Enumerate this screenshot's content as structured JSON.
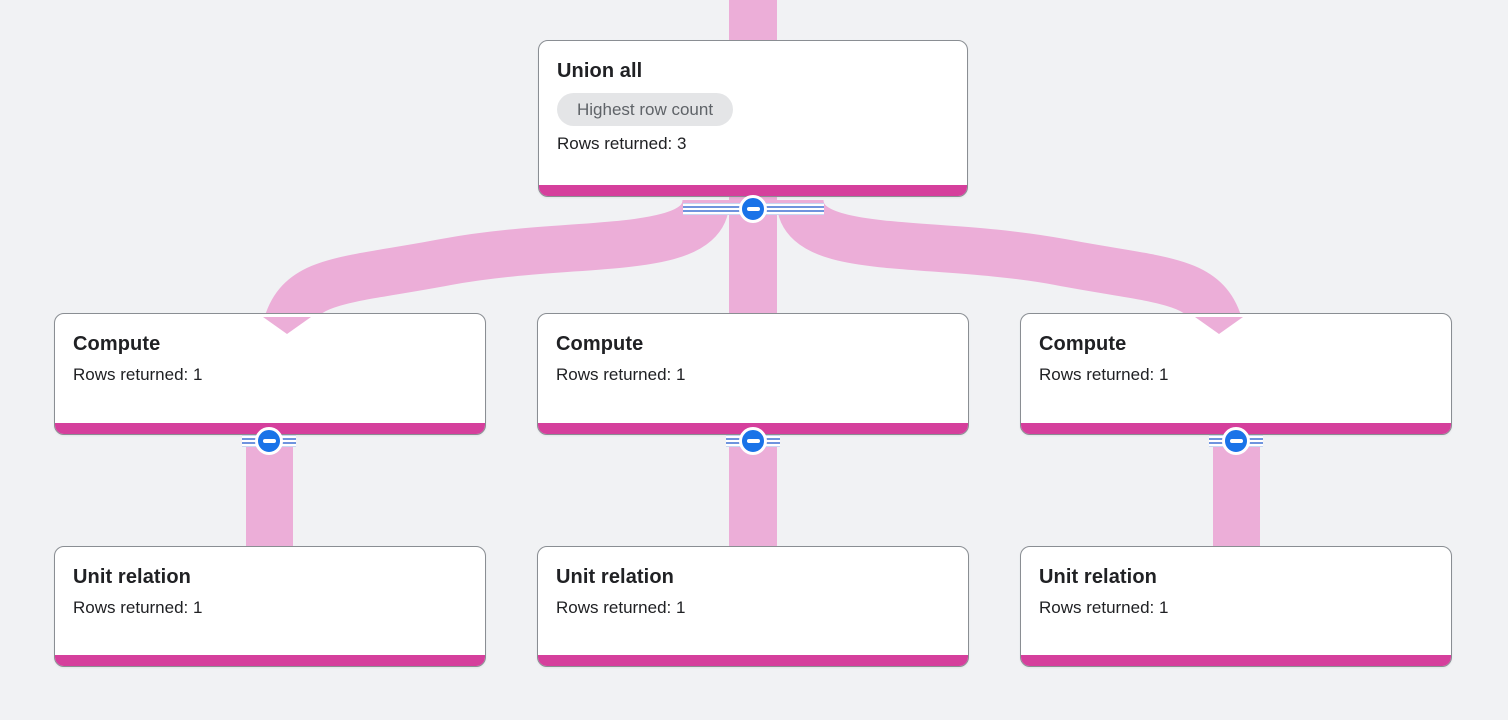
{
  "app": {
    "view": "query-execution-graph"
  },
  "colors": {
    "background": "#f1f2f4",
    "node_background": "#ffffff",
    "node_border": "#8a8e93",
    "node_accent_bar": "#d53f9c",
    "edge_ribbon": "#ecaed8",
    "collapse_button": "#1a73e8",
    "rail_stripe": "#6f94de",
    "badge_background": "#e4e5e7",
    "badge_text": "#5f6368",
    "text": "#202124"
  },
  "graph": {
    "nodes": [
      {
        "id": "union-all",
        "title": "Union all",
        "badge": "Highest row count",
        "rows": "Rows returned: 3",
        "collapsible": true
      },
      {
        "id": "compute-1",
        "title": "Compute",
        "rows": "Rows returned: 1",
        "collapsible": true
      },
      {
        "id": "compute-2",
        "title": "Compute",
        "rows": "Rows returned: 1",
        "collapsible": true
      },
      {
        "id": "compute-3",
        "title": "Compute",
        "rows": "Rows returned: 1",
        "collapsible": true
      },
      {
        "id": "unit-relation-1",
        "title": "Unit relation",
        "rows": "Rows returned: 1",
        "collapsible": false
      },
      {
        "id": "unit-relation-2",
        "title": "Unit relation",
        "rows": "Rows returned: 1",
        "collapsible": false
      },
      {
        "id": "unit-relation-3",
        "title": "Unit relation",
        "rows": "Rows returned: 1",
        "collapsible": false
      }
    ],
    "edges": [
      {
        "from": "offscreen-top",
        "to": "union-all"
      },
      {
        "from": "union-all",
        "to": "compute-1"
      },
      {
        "from": "union-all",
        "to": "compute-2"
      },
      {
        "from": "union-all",
        "to": "compute-3"
      },
      {
        "from": "compute-1",
        "to": "unit-relation-1"
      },
      {
        "from": "compute-2",
        "to": "unit-relation-2"
      },
      {
        "from": "compute-3",
        "to": "unit-relation-3"
      }
    ],
    "collapse_icon": "minus"
  }
}
